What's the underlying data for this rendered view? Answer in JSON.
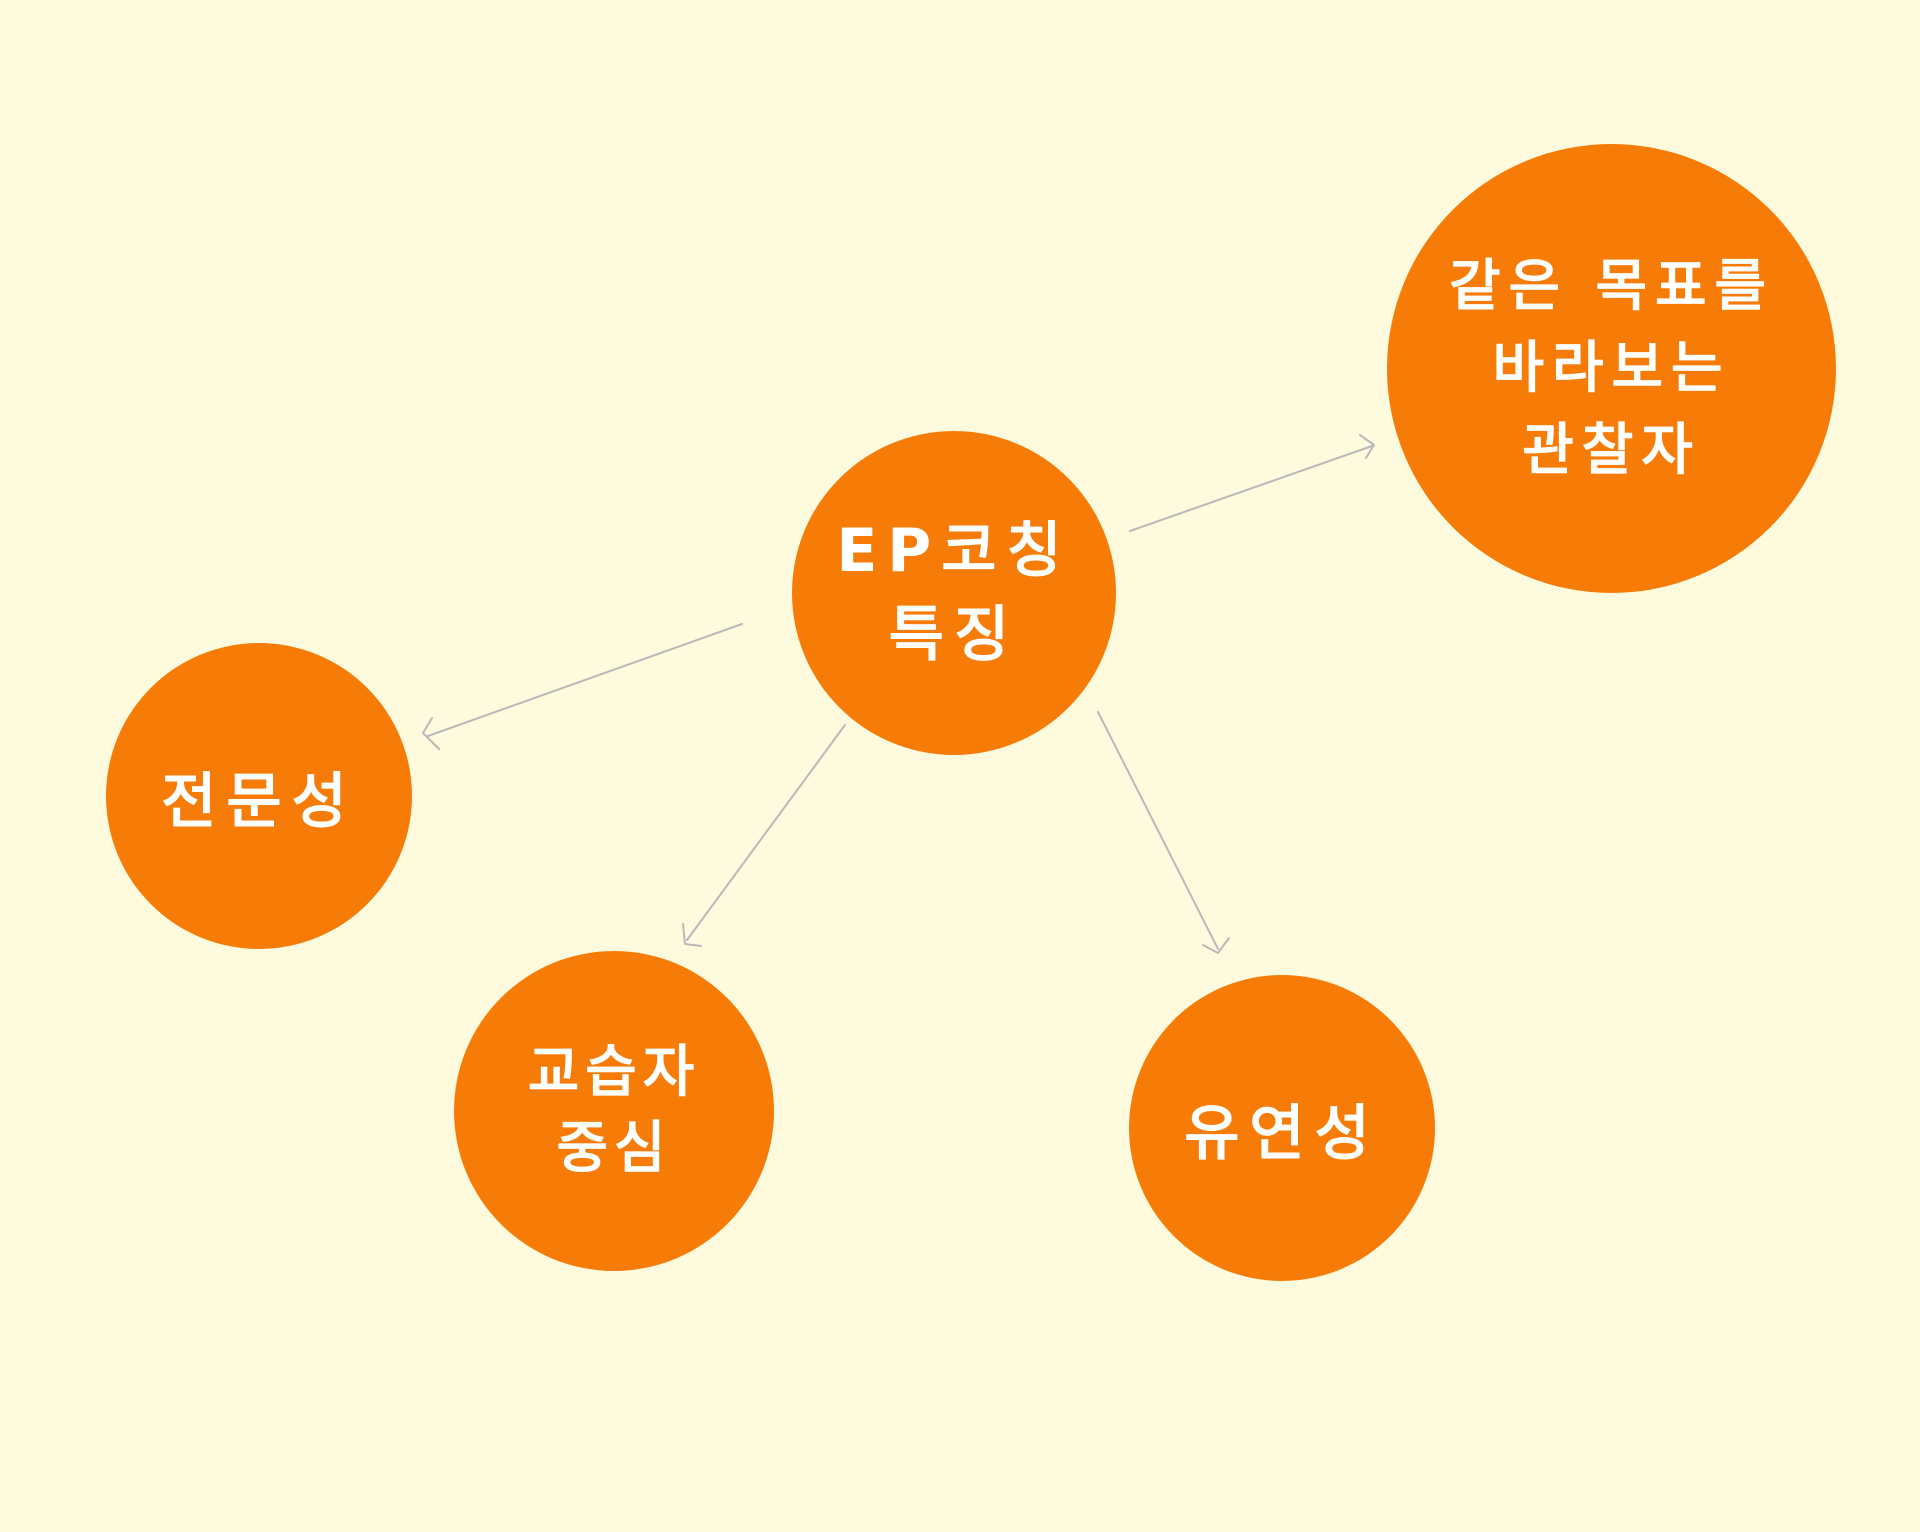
{
  "diagram": {
    "center": {
      "lines": [
        "EP코칭",
        "특징"
      ]
    },
    "targets": [
      {
        "id": "top-right",
        "lines": [
          "같은 목표를",
          "바라보는",
          "관찰자"
        ]
      },
      {
        "id": "left",
        "lines": [
          "전문성"
        ]
      },
      {
        "id": "bottom-left",
        "lines": [
          "교습자",
          "중심"
        ]
      },
      {
        "id": "bottom-right",
        "lines": [
          "유연성"
        ]
      }
    ]
  },
  "colors": {
    "background": "#fefade",
    "node": "#f77c07",
    "node_text": "#ffffff",
    "arrow": "#b9b9b9"
  }
}
